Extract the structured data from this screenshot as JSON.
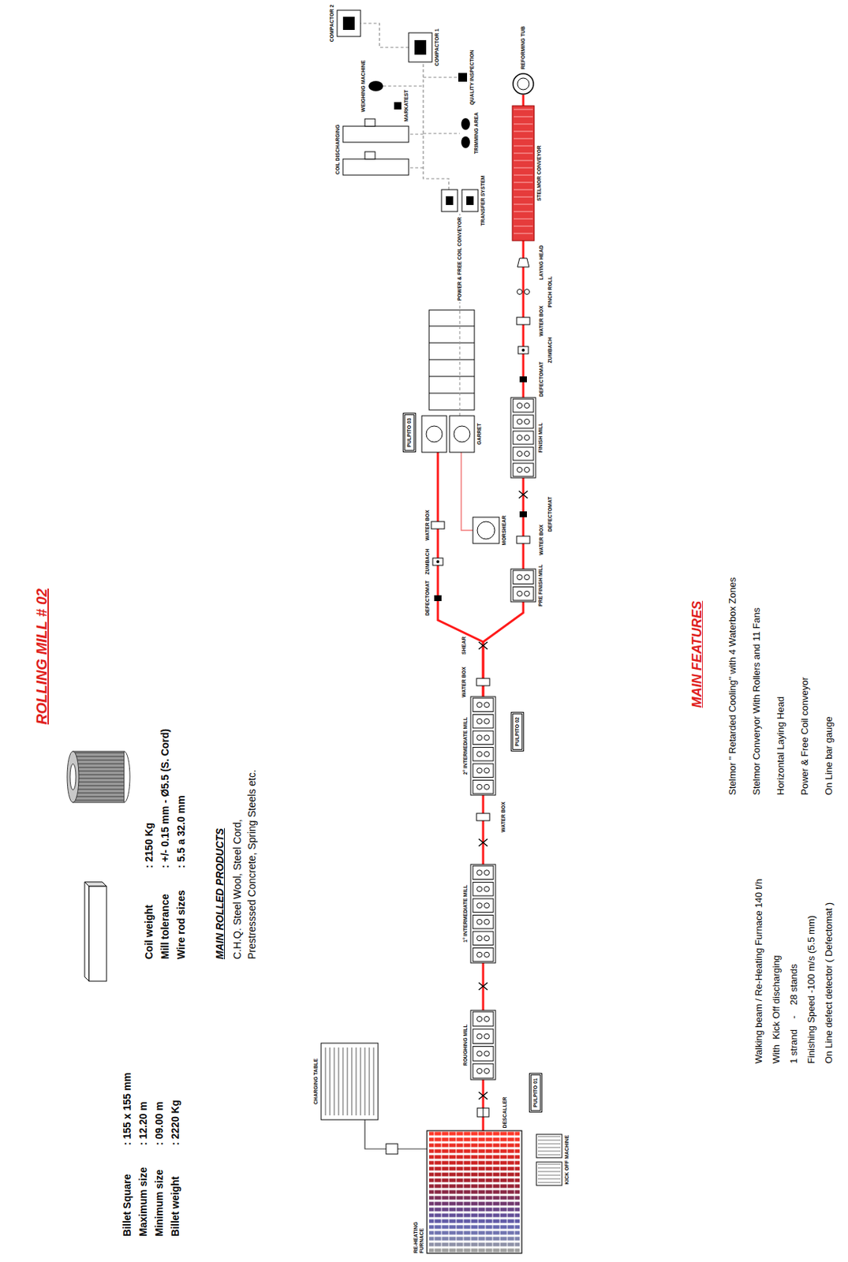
{
  "diagram": {
    "title": "ROLLING MILL # 02",
    "nodes": [
      {
        "text": [
          "RE-HEATING FURNACE"
        ]
      },
      {
        "text": [
          "CHARGING TABLE"
        ]
      },
      {
        "text": [
          "KICK OFF MACHINE"
        ]
      },
      {
        "text": [
          "PULPITO 01"
        ]
      },
      {
        "text": [
          "ROUGHING MILL"
        ]
      },
      {
        "text": [
          "1° INTERMEDIATE MILL"
        ]
      },
      {
        "text": [
          "2° INTERMEDIATE MILL"
        ]
      },
      {
        "text": [
          "PULPITO 02"
        ]
      },
      {
        "text": [
          "MORSHEAR"
        ]
      },
      {
        "text": [
          "PRE FINISH MILL"
        ]
      },
      {
        "text": [
          "FINISH MILL"
        ]
      },
      {
        "text": [
          "GARRET"
        ]
      },
      {
        "text": [
          "PULPITO 03"
        ]
      },
      {
        "text": [
          "STELMOR CONVEYOR"
        ]
      },
      {
        "text": [
          "REFORMING TUB"
        ]
      },
      {
        "text": [
          "TRANSFER SYSTEM"
        ]
      },
      {
        "text": [
          "COIL DISCHARGING"
        ]
      },
      {
        "text": [
          "TRIMMING AREA"
        ]
      },
      {
        "text": [
          "QUALITY INSPECTION"
        ]
      },
      {
        "text": [
          "COMPACTOR 1"
        ]
      },
      {
        "text": [
          "WEIGHING MACHINE"
        ]
      },
      {
        "text": [
          "MARKATEST"
        ]
      },
      {
        "text": [
          "COMPACTOR 2"
        ]
      }
    ],
    "edges": [
      {
        "from": 1,
        "to": 0,
        "arrow": "none"
      },
      {
        "from": 0,
        "to": 4,
        "arrow": "none"
      },
      {
        "from": 4,
        "to": 5,
        "arrow": "none"
      },
      {
        "from": 5,
        "to": 6,
        "arrow": "none"
      },
      {
        "from": 6,
        "to": 11,
        "arrow": "none"
      },
      {
        "from": 8,
        "to": 11,
        "arrow": "none"
      },
      {
        "from": 6,
        "to": 9,
        "arrow": "none"
      },
      {
        "from": 9,
        "to": 10,
        "arrow": "none"
      },
      {
        "from": 10,
        "to": 13,
        "arrow": "none"
      },
      {
        "from": 13,
        "to": 14,
        "arrow": "none"
      },
      {
        "from": 11,
        "to": 15,
        "label": "POWER & FREE COIL CONVEYOR",
        "arrow": "none"
      }
    ],
    "labels": [
      "Billet Square",
      ": 155 x 155 mm",
      "Maximum size",
      ": 12.20 m",
      "Minimum size",
      ": 09.00 m",
      "Billet weight",
      ": 2220 Kg",
      "Coil weight",
      ": 2150 Kg",
      "Mill tolerance",
      ": +/- 0.15 mm - Ø5.5 (S. Cord)",
      "Wire rod sizes",
      ": 5.5 a 32.0 mm",
      "MAIN ROLLED PRODUCTS",
      "C.H.Q. Steel Wool, Steel Cord,",
      "Prestresssed Concrete, Spring Steels etc.",
      "MAIN FEATURES",
      "Walking beam / Re-Heating Furnace 140 t/h",
      "With  Kick Off discharging",
      "1 strand    -    28 stands",
      "Finishing Speed -100 m/s (5.5 mm)",
      "On Line defect detector ( Defectomat )",
      "Stelmor \" Retarded Cooling\" with 4 Waterbox Zones",
      "Stelmor Converyor With Rollers and 11 Fans",
      "Horizontal Laying Head",
      "Power & Free Coil conveyor",
      "On Line bar gauge",
      "DESCALLER",
      "WATER BOX",
      "WATER BOX",
      "SHEAR",
      "DEFECTOMAT",
      "ZUMBACH",
      "WATER BOX",
      "WATER BOX",
      "DEFECTOMAT",
      "DEFECTOMAT",
      "ZUMBACH",
      "WATER BOX",
      "PINCH ROLL",
      "LAYING HEAD"
    ]
  }
}
